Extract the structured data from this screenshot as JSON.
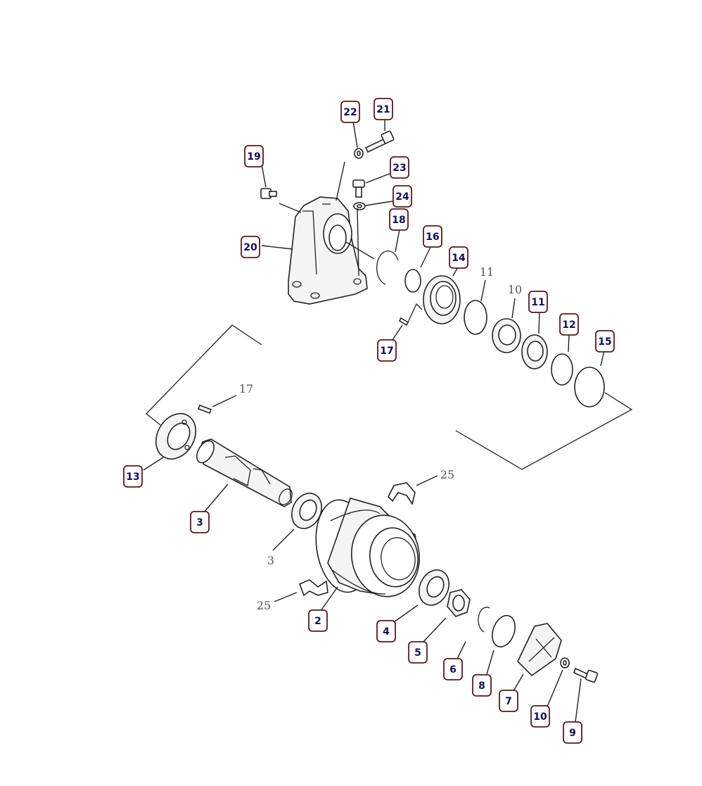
{
  "callouts": [
    {
      "id": "c22",
      "label": "22"
    },
    {
      "id": "c21",
      "label": "21"
    },
    {
      "id": "c19",
      "label": "19"
    },
    {
      "id": "c23",
      "label": "23"
    },
    {
      "id": "c24",
      "label": "24"
    },
    {
      "id": "c18",
      "label": "18"
    },
    {
      "id": "c16",
      "label": "16"
    },
    {
      "id": "c14",
      "label": "14"
    },
    {
      "id": "c20",
      "label": "20"
    },
    {
      "id": "c11",
      "label": "11"
    },
    {
      "id": "c12",
      "label": "12"
    },
    {
      "id": "c15",
      "label": "15"
    },
    {
      "id": "c17",
      "label": "17"
    },
    {
      "id": "c13",
      "label": "13"
    },
    {
      "id": "c3",
      "label": "3"
    },
    {
      "id": "c2",
      "label": "2"
    },
    {
      "id": "c4",
      "label": "4"
    },
    {
      "id": "c5",
      "label": "5"
    },
    {
      "id": "c6",
      "label": "6"
    },
    {
      "id": "c8",
      "label": "8"
    },
    {
      "id": "c7",
      "label": "7"
    },
    {
      "id": "c10",
      "label": "10"
    },
    {
      "id": "c9",
      "label": "9"
    }
  ],
  "plain_labels": [
    {
      "id": "p11",
      "label": "11"
    },
    {
      "id": "p10",
      "label": "10"
    },
    {
      "id": "p17",
      "label": "17"
    },
    {
      "id": "p25a",
      "label": "25"
    },
    {
      "id": "p3",
      "label": "3"
    },
    {
      "id": "p25b",
      "label": "25"
    }
  ]
}
